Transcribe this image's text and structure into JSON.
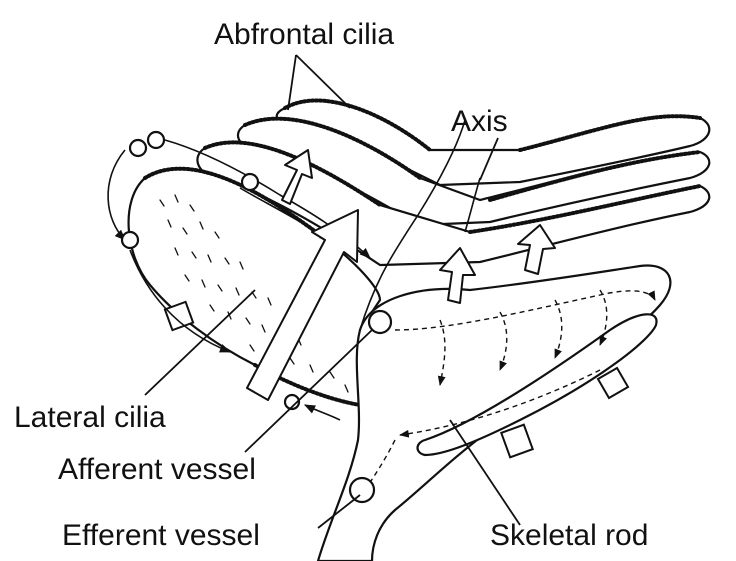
{
  "labels": {
    "abfrontal_cilia": "Abfrontal cilia",
    "axis": "Axis",
    "lateral_cilia": "Lateral cilia",
    "afferent_vessel": "Afferent vessel",
    "efferent_vessel": "Efferent vessel",
    "skeletal_rod": "Skeletal rod"
  },
  "colors": {
    "line": "#111111",
    "fill": "#ffffff"
  }
}
